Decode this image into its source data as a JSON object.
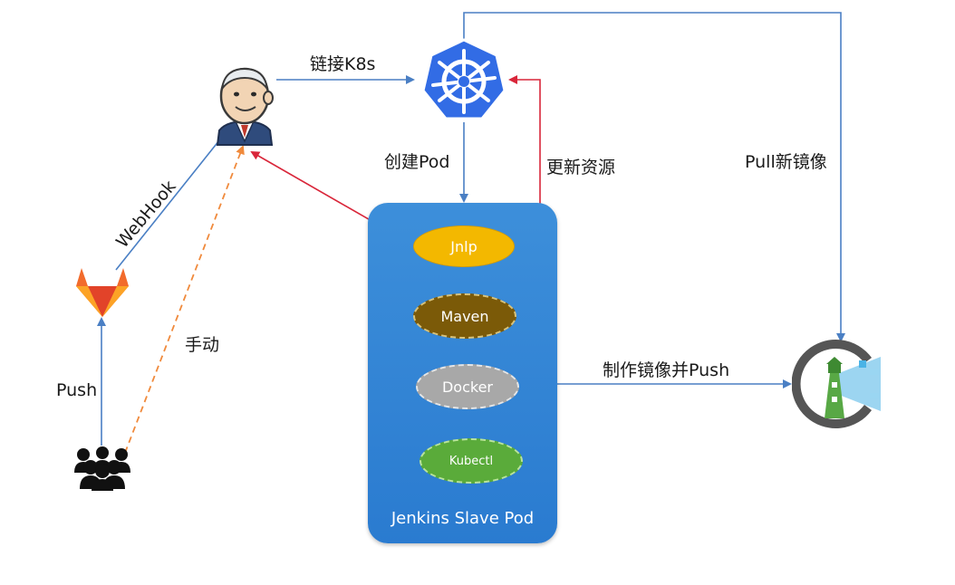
{
  "labels": {
    "link_k8s": "链接K8s",
    "create_pod": "创建Pod",
    "update_resource": "更新资源",
    "pull_image": "Pull新镜像",
    "webhook": "WebHook",
    "manual": "手动",
    "push": "Push",
    "build_push": "制作镜像并Push"
  },
  "pod": {
    "title": "Jenkins Slave Pod",
    "containers": [
      "Jnlp",
      "Maven",
      "Docker",
      "Kubectl"
    ]
  },
  "colors": {
    "blue_line": "#4a7fc4",
    "red_line": "#d9263a",
    "orange_dash": "#f08a3c",
    "k8s_blue": "#326ce5",
    "gitlab_orange": "#f26b2c",
    "harbor_green": "#58a845"
  },
  "icons": [
    "jenkins-icon",
    "kubernetes-icon",
    "gitlab-icon",
    "users-icon",
    "harbor-icon"
  ]
}
